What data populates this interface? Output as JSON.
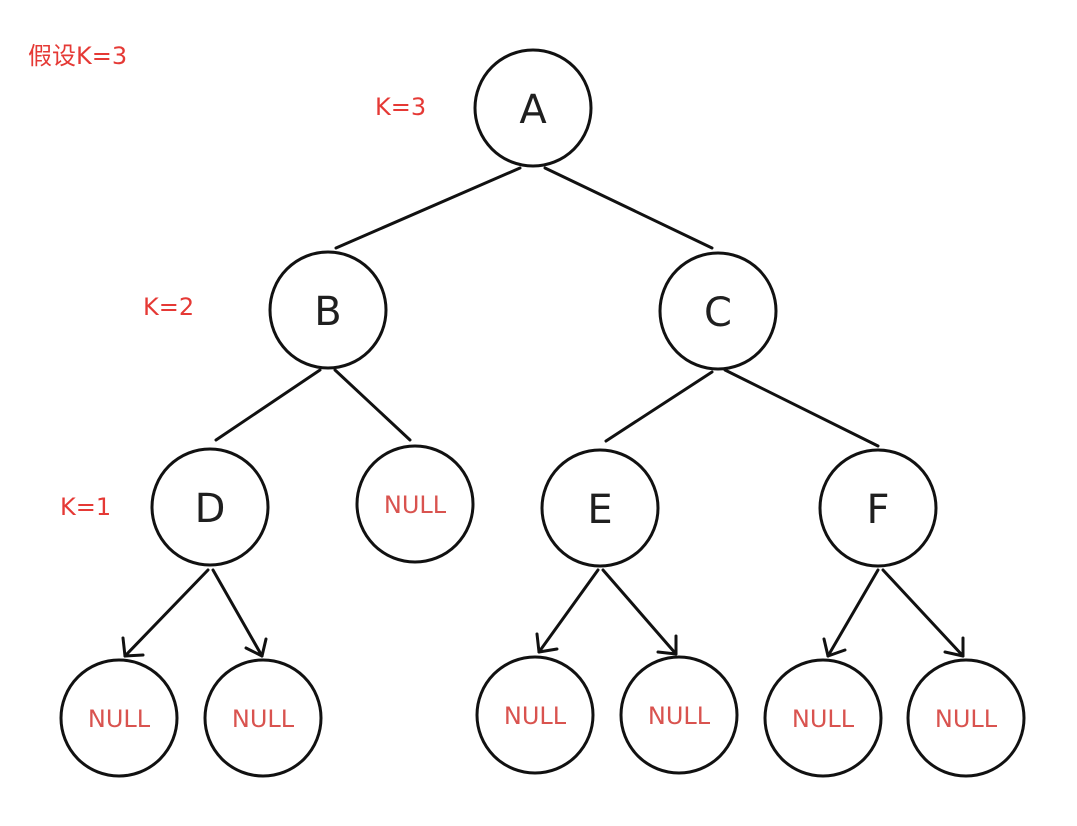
{
  "note": "假设K=3",
  "colors": {
    "red": "#e53935",
    "null_text": "#d9534f",
    "line": "#111111"
  },
  "nodes": {
    "a": "A",
    "b": "B",
    "c": "C",
    "d": "D",
    "e": "E",
    "f": "F",
    "null": "NULL"
  },
  "level_labels": {
    "k3": "K=3",
    "k2": "K=2",
    "k1": "K=1"
  }
}
